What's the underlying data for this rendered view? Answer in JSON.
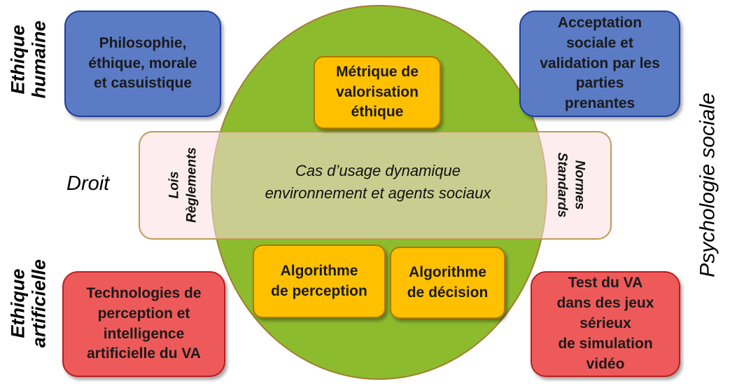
{
  "center": {
    "line1": "Cas d’usage dynamique",
    "line2": "environnement et agents sociaux"
  },
  "inner_boxes": {
    "metric": [
      "Métrique de",
      "valorisation",
      "éthique"
    ],
    "perception": [
      "Algorithme",
      "de perception"
    ],
    "decision": [
      "Algorithme",
      "de décision"
    ]
  },
  "corner_boxes": {
    "top_left": [
      "Philosophie,",
      "éthique, morale",
      "et casuistique"
    ],
    "top_right": [
      "Acceptation",
      "sociale et",
      "validation par les",
      "parties",
      "prenantes"
    ],
    "bottom_left": [
      "Technologies de",
      "perception et",
      "intelligence",
      "artificielle du VA"
    ],
    "bottom_right": [
      "Test du VA",
      "dans des jeux",
      "sérieux",
      "de simulation",
      "vidéo"
    ]
  },
  "band": {
    "left": [
      "Lois",
      "Règlements"
    ],
    "right": [
      "Normes",
      "Standards"
    ]
  },
  "side_labels": {
    "droit": "Droit",
    "ethique_humaine": [
      "Ethique",
      "humaine"
    ],
    "ethique_artificielle": [
      "Ethique",
      "artificielle"
    ],
    "psychologie_sociale": "Psychologie sociale"
  },
  "colors": {
    "circle": "#8dbb2e",
    "gold": "#ffc000",
    "blue": "#5b7bc5",
    "red": "#ee5a5a",
    "band": "#fcdee2"
  }
}
